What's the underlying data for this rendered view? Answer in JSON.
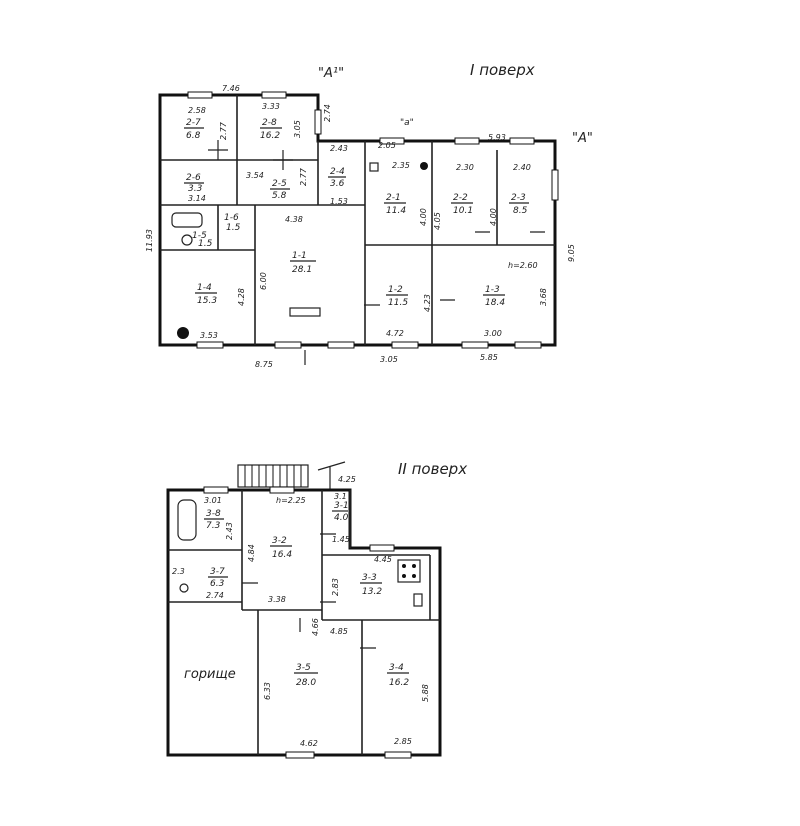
{
  "floor1": {
    "title": "I поверх",
    "section_a1": "\"А¹\"",
    "section_a_small": "\"а\"",
    "section_a": "\"А\"",
    "rooms": [
      {
        "label": "2-7",
        "area": "6.8"
      },
      {
        "label": "2-8",
        "area": "16.2"
      },
      {
        "label": "2-6",
        "area": "3.3"
      },
      {
        "label": "2-5",
        "area": "5.8"
      },
      {
        "label": "2-4",
        "area": "3.6"
      },
      {
        "label": "1-6",
        "area": "1.5"
      },
      {
        "label": "1-5",
        "area": "1.5"
      },
      {
        "label": "1-4",
        "area": "15.3"
      },
      {
        "label": "1-1",
        "area": "28.1"
      },
      {
        "label": "2-1",
        "area": "11.4"
      },
      {
        "label": "2-2",
        "area": "10.1"
      },
      {
        "label": "2-3",
        "area": "8.5"
      },
      {
        "label": "1-2",
        "area": "11.5"
      },
      {
        "label": "1-3",
        "area": "18.4"
      }
    ],
    "dims": {
      "top_left": "7.46",
      "r27": "2.58",
      "r28": "3.33",
      "r28_side": "3.05",
      "r27_side": "2.77",
      "r28_right": "2.74",
      "r26_w": "3.14",
      "r25_w": "3.54",
      "r25_side": "2.77",
      "r23_top": "2.43",
      "r21_top": "2.05",
      "r21_in": "2.35",
      "right_top": "5.93",
      "r22_top": "2.30",
      "r23_w": "2.40",
      "r24_b": "1.53",
      "r11_top": "4.38",
      "left_side": "11.93",
      "r21_side": "4.00",
      "r22_side": "4.05",
      "r23_side": "4.00",
      "h_label": "h=2.60",
      "right_side": "9.05",
      "r14_side": "4.28",
      "r11_side": "6.00",
      "r12_side": "4.23",
      "r13_side": "3.68",
      "r14_bottom": "3.53",
      "r12_bottom": "4.72",
      "r13_bottom": "3.00",
      "bottom_left": "8.75",
      "bottom_mid": "3.05",
      "bottom_right": "5.85"
    }
  },
  "floor2": {
    "title": "II поверх",
    "attic_label": "горище",
    "rooms": [
      {
        "label": "3-8",
        "area": "7.3"
      },
      {
        "label": "3-2",
        "area": "16.4"
      },
      {
        "label": "3-1",
        "area": "4.0"
      },
      {
        "label": "3-7",
        "area": "6.3"
      },
      {
        "label": "3-3",
        "area": "13.2"
      },
      {
        "label": "3-5",
        "area": "28.0"
      },
      {
        "label": "3-4",
        "area": "16.2"
      }
    ],
    "dims": {
      "stair": "4.25",
      "r38_top": "3.01",
      "h_label": "h=2.25",
      "r31": "3.1",
      "r38_side": "2.43",
      "r32_side": "4.84",
      "r31_b": "1.45",
      "r33_top": "4.45",
      "r37_w": "2.3",
      "r37_b": "2.74",
      "r33_side": "2.83",
      "r32_b": "3.38",
      "r35_top": "4.66",
      "r35_top2": "4.85",
      "r35_side": "6.33",
      "r34_side": "5.88",
      "r35_bottom": "4.62",
      "r34_bottom": "2.85"
    }
  }
}
